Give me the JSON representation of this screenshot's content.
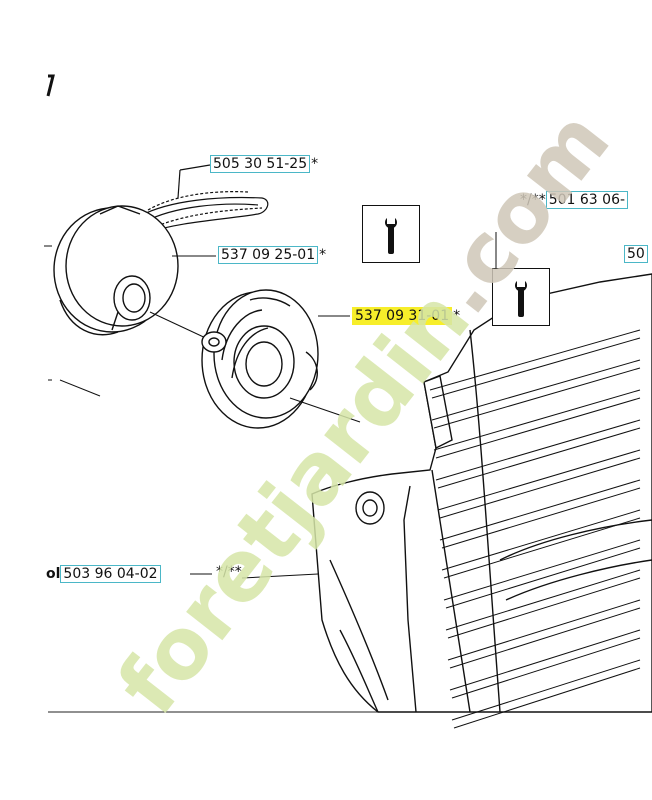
{
  "labels": {
    "pulley_rope": {
      "num": "505 30 51-25",
      "suffix": "*"
    },
    "pulley": {
      "num": "537 09 25-01",
      "suffix": "*"
    },
    "spring_cassette": {
      "num": "537 09 31-01",
      "suffix": "*"
    },
    "top_right": {
      "prefix": "*/**",
      "num": "501 63 06-"
    },
    "bottom_left": {
      "num": "503 96 04-02",
      "prefix_glyph": "ol"
    },
    "cover": {
      "num": "*/**"
    },
    "right_edge": {
      "num": "50"
    }
  },
  "watermark": {
    "text_orange": "foret",
    "text_green": "jardin",
    "text_grey": ".com"
  },
  "colors": {
    "highlight": "#f7ee2a",
    "label_border": "#4bb7c7",
    "watermark_green": "#d6e6a8",
    "watermark_orange": "#f3c38a",
    "watermark_grey": "#cfc7b8"
  }
}
